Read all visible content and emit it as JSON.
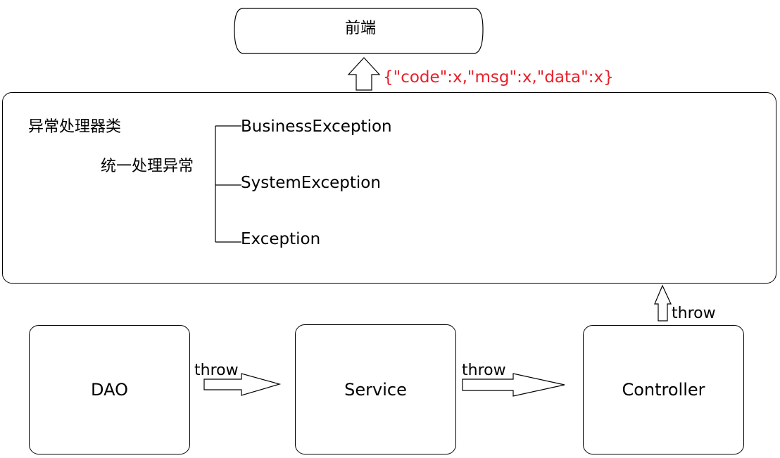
{
  "frontend": {
    "label": "前端"
  },
  "response_format": {
    "text": "{\"code\":x,\"msg\":x,\"data\":x}",
    "color": "#e8202a"
  },
  "handler": {
    "title": "异常处理器类",
    "subtitle": "统一处理异常",
    "exceptions": [
      "BusinessException",
      "SystemException",
      "Exception"
    ]
  },
  "layers": [
    {
      "label": "DAO"
    },
    {
      "label": "Service"
    },
    {
      "label": "Controller"
    }
  ],
  "arrows": {
    "dao_to_service": "throw",
    "service_to_controller": "throw",
    "controller_to_handler": "throw"
  }
}
